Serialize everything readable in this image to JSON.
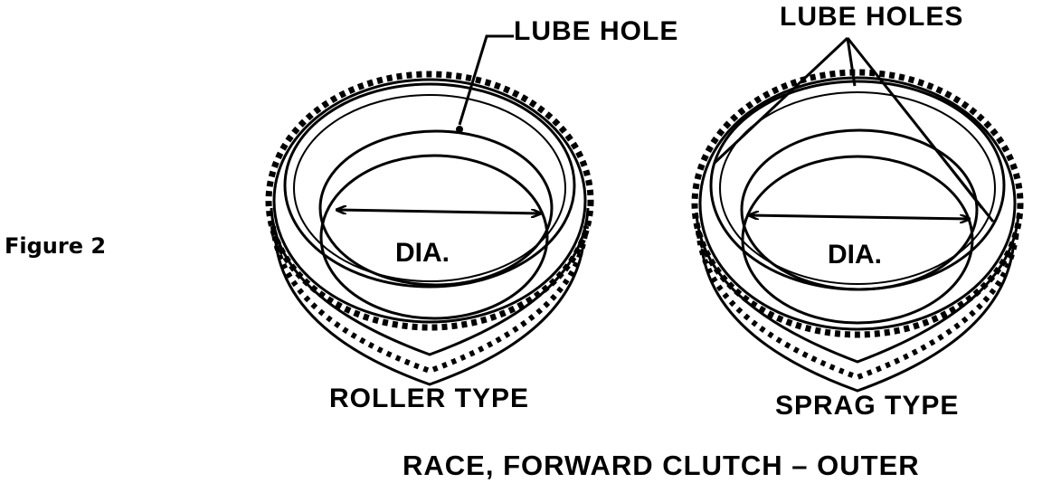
{
  "figure_label": "Figure 2",
  "callouts": {
    "lube_hole": "LUBE HOLE",
    "lube_holes": "LUBE HOLES"
  },
  "races": [
    {
      "dimension_label": "DIA.",
      "type_label": "ROLLER TYPE"
    },
    {
      "dimension_label": "DIA.",
      "type_label": "SPRAG TYPE"
    }
  ],
  "caption": "RACE, FORWARD CLUTCH – OUTER"
}
